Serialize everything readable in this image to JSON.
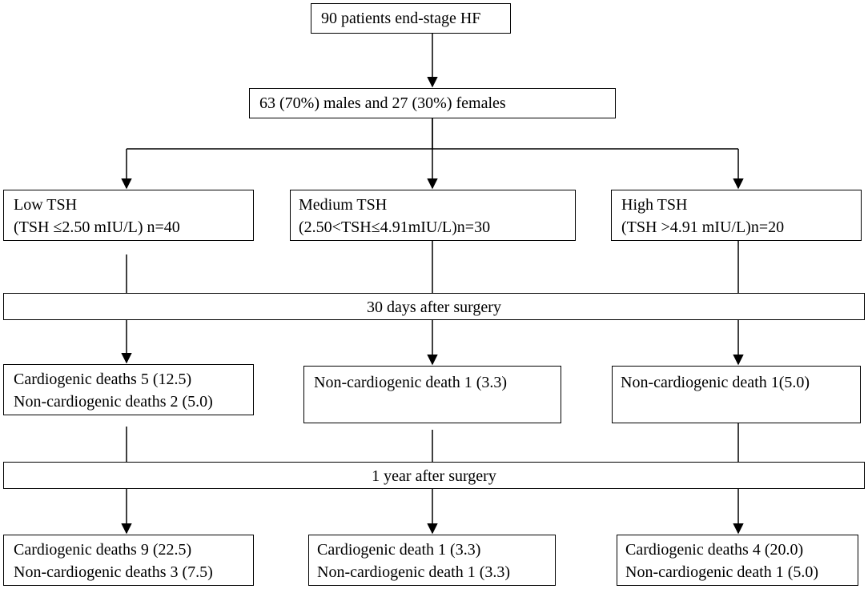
{
  "top": {
    "text": "90 patients end-stage HF"
  },
  "sex": {
    "text": "63 (70%) males and 27 (30%) females"
  },
  "groups": {
    "low": {
      "line1": "Low TSH",
      "line2": "(TSH ≤2.50 mIU/L) n=40"
    },
    "medium": {
      "line1": "Medium TSH",
      "line2": "(2.50<TSH≤4.91mIU/L)n=30"
    },
    "high": {
      "line1": "High TSH",
      "line2": "(TSH >4.91 mIU/L)n=20"
    }
  },
  "phase_30d": {
    "label": "30 days after surgery"
  },
  "outcomes_30d": {
    "low": {
      "line1": "Cardiogenic deaths 5 (12.5)",
      "line2": "Non-cardiogenic deaths 2 (5.0)"
    },
    "medium": {
      "line1": "Non-cardiogenic death 1 (3.3)"
    },
    "high": {
      "line1": "Non-cardiogenic death 1(5.0)"
    }
  },
  "phase_1y": {
    "label": "1 year after surgery"
  },
  "outcomes_1y": {
    "low": {
      "line1": "Cardiogenic deaths 9 (22.5)",
      "line2": "Non-cardiogenic deaths 3 (7.5)"
    },
    "medium": {
      "line1": "Cardiogenic death 1 (3.3)",
      "line2": "Non-cardiogenic death 1 (3.3)"
    },
    "high": {
      "line1": "Cardiogenic deaths 4 (20.0)",
      "line2": "Non-cardiogenic death 1 (5.0)"
    }
  }
}
